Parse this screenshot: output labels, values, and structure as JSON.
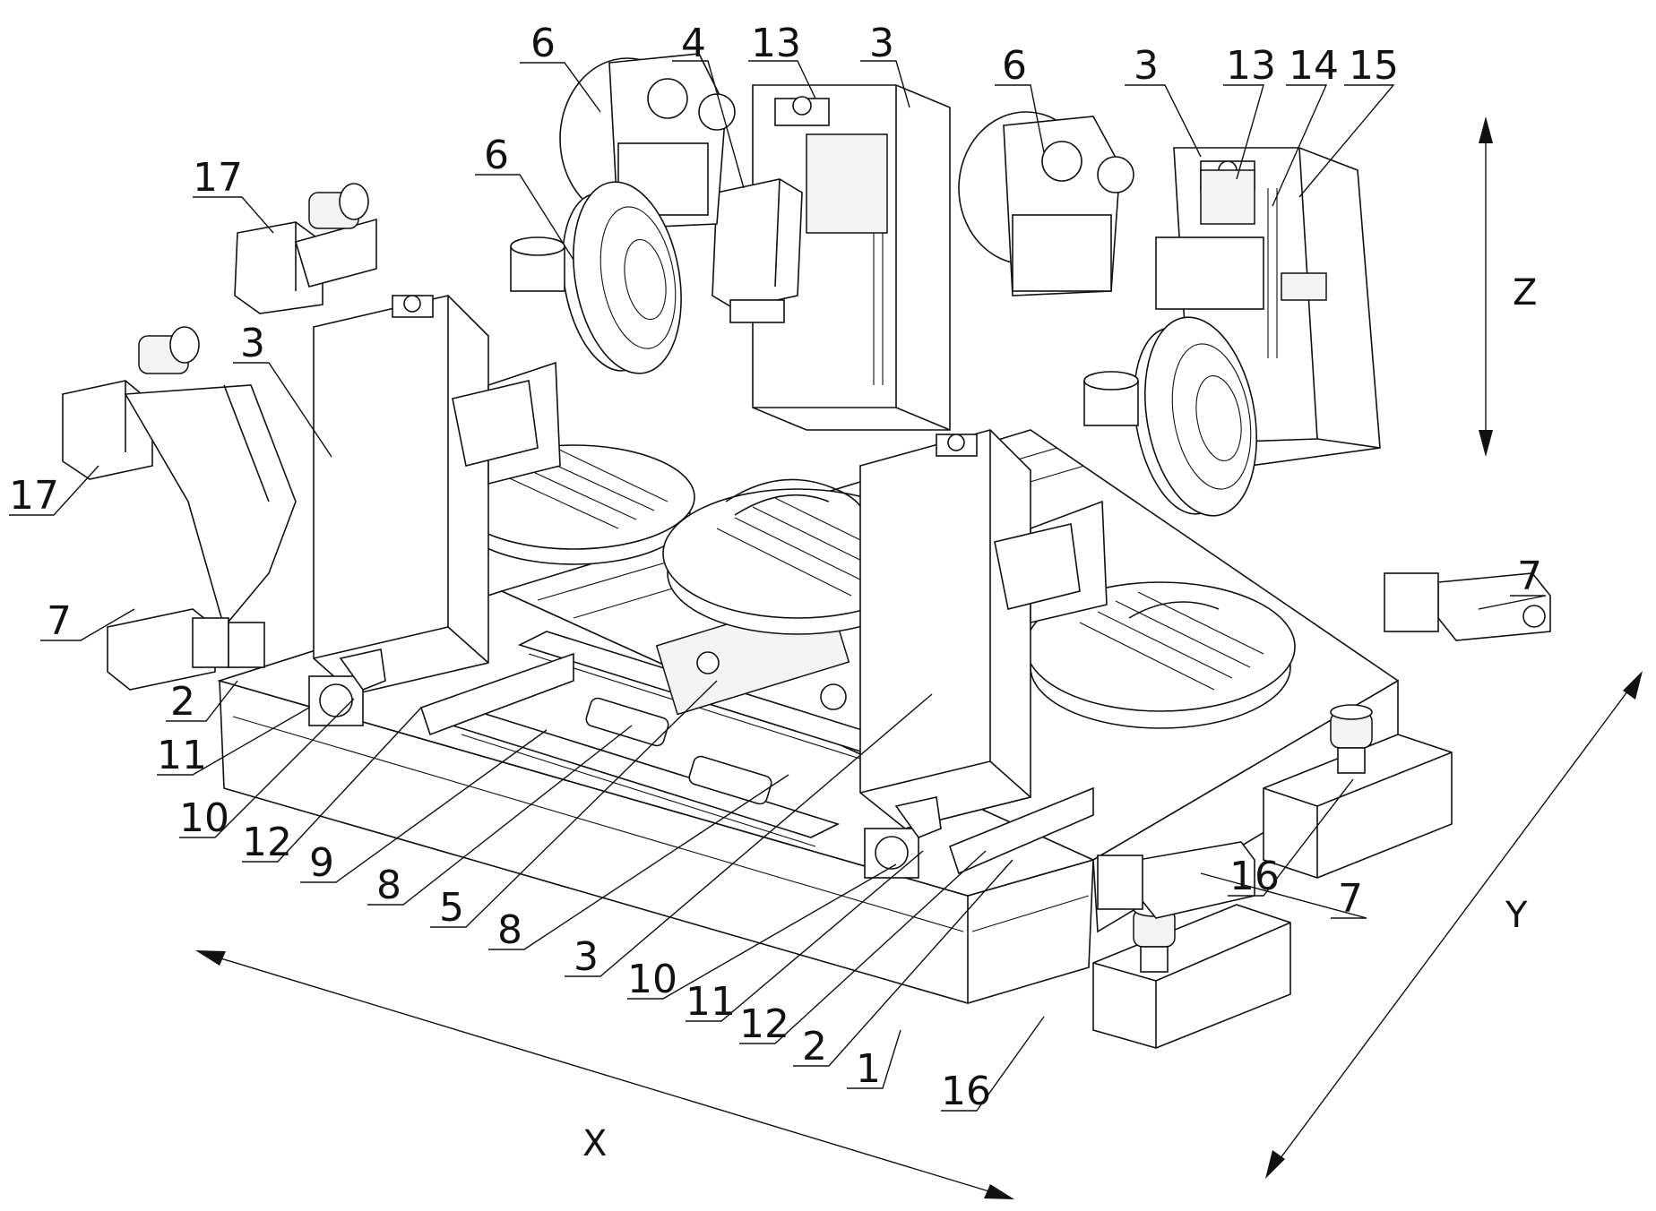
{
  "figure": {
    "callouts": [
      {
        "id": "c-6a",
        "text": "6"
      },
      {
        "id": "c-4",
        "text": "4"
      },
      {
        "id": "c-13a",
        "text": "13"
      },
      {
        "id": "c-3a",
        "text": "3"
      },
      {
        "id": "c-6b",
        "text": "6"
      },
      {
        "id": "c-3b",
        "text": "3"
      },
      {
        "id": "c-13b",
        "text": "13"
      },
      {
        "id": "c-14",
        "text": "14"
      },
      {
        "id": "c-15",
        "text": "15"
      },
      {
        "id": "c-6c",
        "text": "6"
      },
      {
        "id": "c-17a",
        "text": "17"
      },
      {
        "id": "c-3c",
        "text": "3"
      },
      {
        "id": "c-17b",
        "text": "17"
      },
      {
        "id": "c-7a",
        "text": "7"
      },
      {
        "id": "c-2a",
        "text": "2"
      },
      {
        "id": "c-11a",
        "text": "11"
      },
      {
        "id": "c-10a",
        "text": "10"
      },
      {
        "id": "c-12a",
        "text": "12"
      },
      {
        "id": "c-9",
        "text": "9"
      },
      {
        "id": "c-8a",
        "text": "8"
      },
      {
        "id": "c-5",
        "text": "5"
      },
      {
        "id": "c-8b",
        "text": "8"
      },
      {
        "id": "c-3d",
        "text": "3"
      },
      {
        "id": "c-10b",
        "text": "10"
      },
      {
        "id": "c-11b",
        "text": "11"
      },
      {
        "id": "c-12b",
        "text": "12"
      },
      {
        "id": "c-2b",
        "text": "2"
      },
      {
        "id": "c-1",
        "text": "1"
      },
      {
        "id": "c-16a",
        "text": "16"
      },
      {
        "id": "c-16b",
        "text": "16"
      },
      {
        "id": "c-7b",
        "text": "7"
      },
      {
        "id": "c-7c",
        "text": "7"
      }
    ],
    "axes": {
      "x": "X",
      "y": "Y",
      "z": "Z"
    }
  }
}
